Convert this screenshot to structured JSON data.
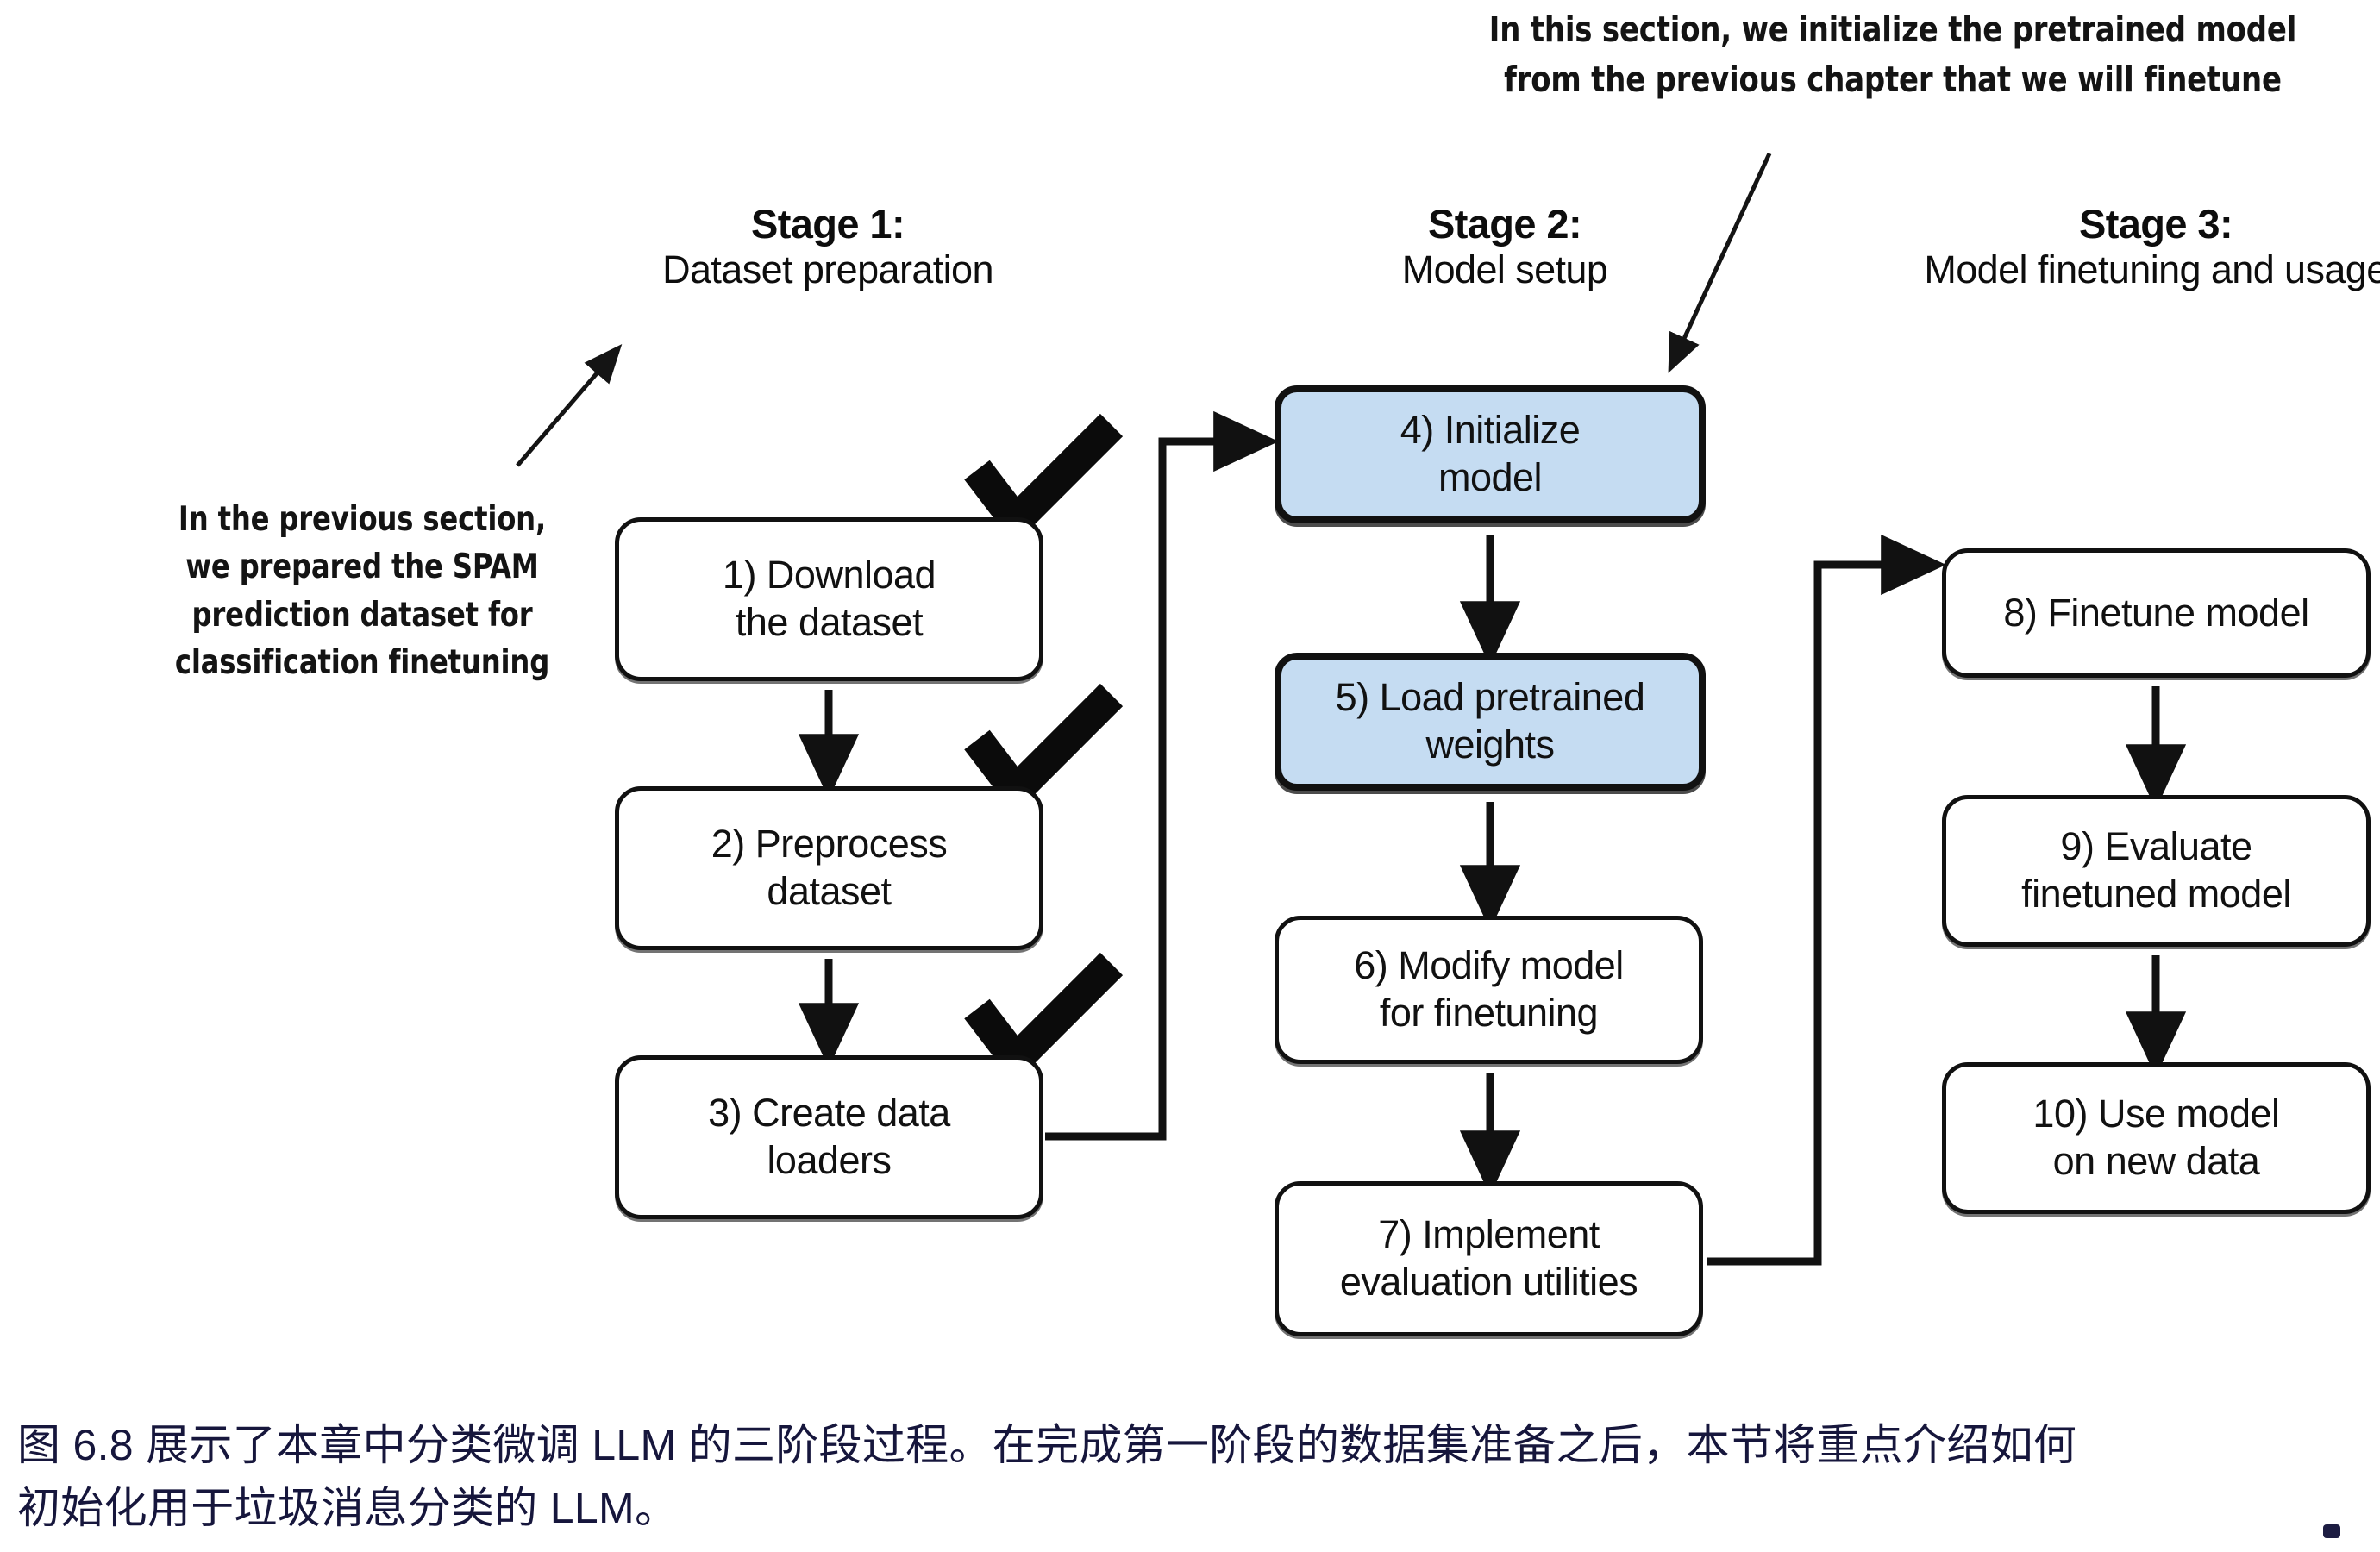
{
  "annotations": {
    "top_right": "In this section, we initialize the pretrained model from the previous chapter that we will finetune",
    "top_right_lines": [
      "In this section, we initialize the pretrained model",
      "from the previous chapter that we will finetune"
    ],
    "left": "In the previous section, we prepared the SPAM prediction dataset for classification finetuning",
    "left_lines": [
      "In the previous section,",
      "we prepared the SPAM",
      "prediction dataset for",
      "classification finetuning"
    ]
  },
  "stages": [
    {
      "title": "Stage 1:",
      "subtitle": "Dataset preparation"
    },
    {
      "title": "Stage 2:",
      "subtitle": "Model setup"
    },
    {
      "title": "Stage 3:",
      "subtitle": "Model finetuning and usage"
    }
  ],
  "nodes": {
    "n1": {
      "line1": "1) Download",
      "line2": "the dataset",
      "text": "1) Download the dataset",
      "done": true
    },
    "n2": {
      "line1": "2) Preprocess",
      "line2": "dataset",
      "text": "2) Preprocess dataset",
      "done": true
    },
    "n3": {
      "line1": "3) Create data",
      "line2": "loaders",
      "text": "3) Create data loaders",
      "done": true
    },
    "n4": {
      "line1": "4) Initialize",
      "line2": "model",
      "text": "4) Initialize model",
      "highlight": true
    },
    "n5": {
      "line1": "5) Load pretrained",
      "line2": "weights",
      "text": "5) Load pretrained weights",
      "highlight": true
    },
    "n6": {
      "line1": "6) Modify model",
      "line2": "for finetuning",
      "text": "6) Modify model for finetuning"
    },
    "n7": {
      "line1": "7) Implement",
      "line2": "evaluation utilities",
      "text": "7) Implement evaluation utilities"
    },
    "n8": {
      "line1": "8) Finetune model",
      "line2": "",
      "text": "8) Finetune model"
    },
    "n9": {
      "line1": "9) Evaluate",
      "line2": "finetuned model",
      "text": "9) Evaluate finetuned model"
    },
    "n10": {
      "line1": "10) Use model",
      "line2": "on new data",
      "text": "10) Use model on new data"
    }
  },
  "caption": {
    "line1": "图 6.8 展示了本章中分类微调 LLM 的三阶段过程。在完成第一阶段的数据集准备之后，本节将重点介绍如何",
    "line2": "初始化用于垃圾消息分类的 LLM。",
    "figure_number": "6.8"
  },
  "colors": {
    "accent_fill": "#c5dcf2",
    "stroke": "#111111",
    "caption_text": "#16163c",
    "background": "#ffffff"
  },
  "icons": {
    "check": "checkmark-icon",
    "arrow_down": "arrow-down-icon",
    "arrow_right": "arrow-right-icon",
    "pointer_arrow": "pointer-arrow-icon"
  }
}
